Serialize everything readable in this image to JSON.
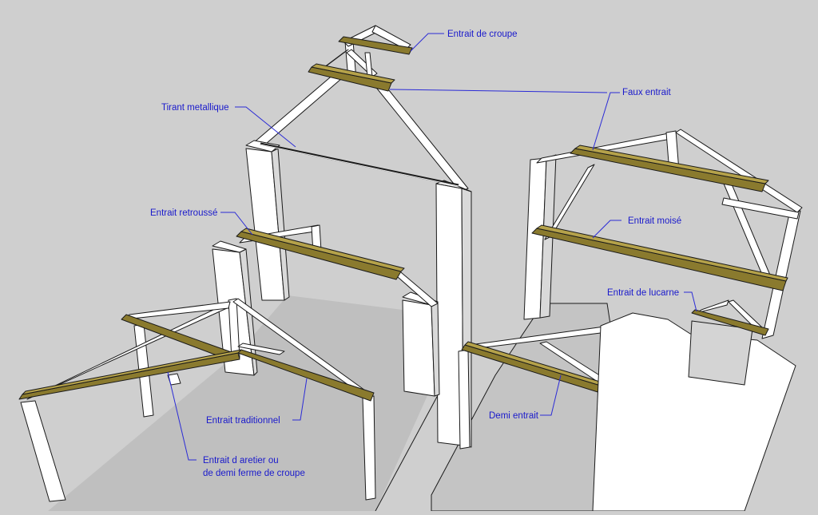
{
  "colors": {
    "background": "#cfcfcf",
    "floor": "#bfbfbf",
    "wood_white": "#ffffff",
    "wood_shade": "#d9d9d9",
    "highlight_beam": "#8a7a2e",
    "highlight_beam_top": "#b5a24a",
    "outline": "#1a1a1a",
    "label_text": "#1a1acc",
    "leader_line": "#2b2bd6"
  },
  "labels": {
    "entrait_de_croupe": "Entrait de croupe",
    "faux_entrait": "Faux entrait",
    "tirant_metallique": "Tirant metallique",
    "entrait_retrousse": "Entrait retroussé",
    "entrait_moise": "Entrait moisé",
    "entrait_de_lucarne": "Entrait de lucarne",
    "entrait_traditionnel": "Entrait traditionnel",
    "entrait_aretier_line1": "Entrait d aretier ou",
    "entrait_aretier_line2": "de demi ferme de croupe",
    "demi_entrait": "Demi entrait"
  }
}
